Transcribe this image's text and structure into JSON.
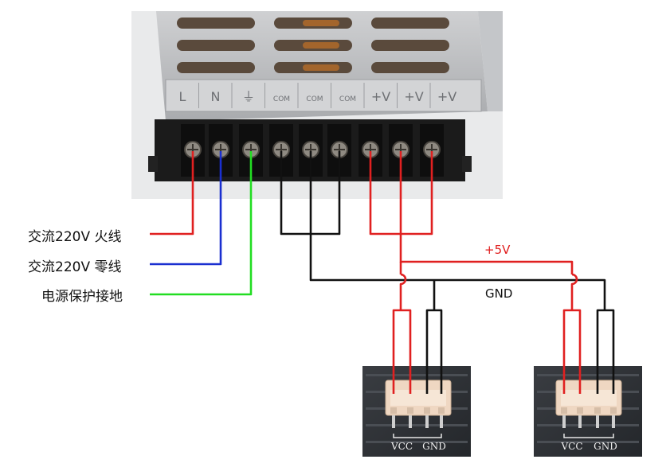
{
  "psu": {
    "terminal_labels": [
      "L",
      "N",
      "⏚",
      "COM",
      "COM",
      "COM",
      "+V",
      "+V",
      "+V"
    ]
  },
  "legend": {
    "live": "交流220V 火线",
    "neutral": "交流220V 零线",
    "ground": "电源保护接地"
  },
  "wires": {
    "plus5v": "+5V",
    "gnd": "GND"
  },
  "connectors": [
    {
      "vcc": "VCC",
      "gnd": "GND"
    },
    {
      "vcc": "VCC",
      "gnd": "GND"
    }
  ],
  "colors": {
    "live": "#e02020",
    "neutral": "#1a2fd0",
    "ground": "#22dd22",
    "positive": "#e02020",
    "negative": "#111111"
  }
}
